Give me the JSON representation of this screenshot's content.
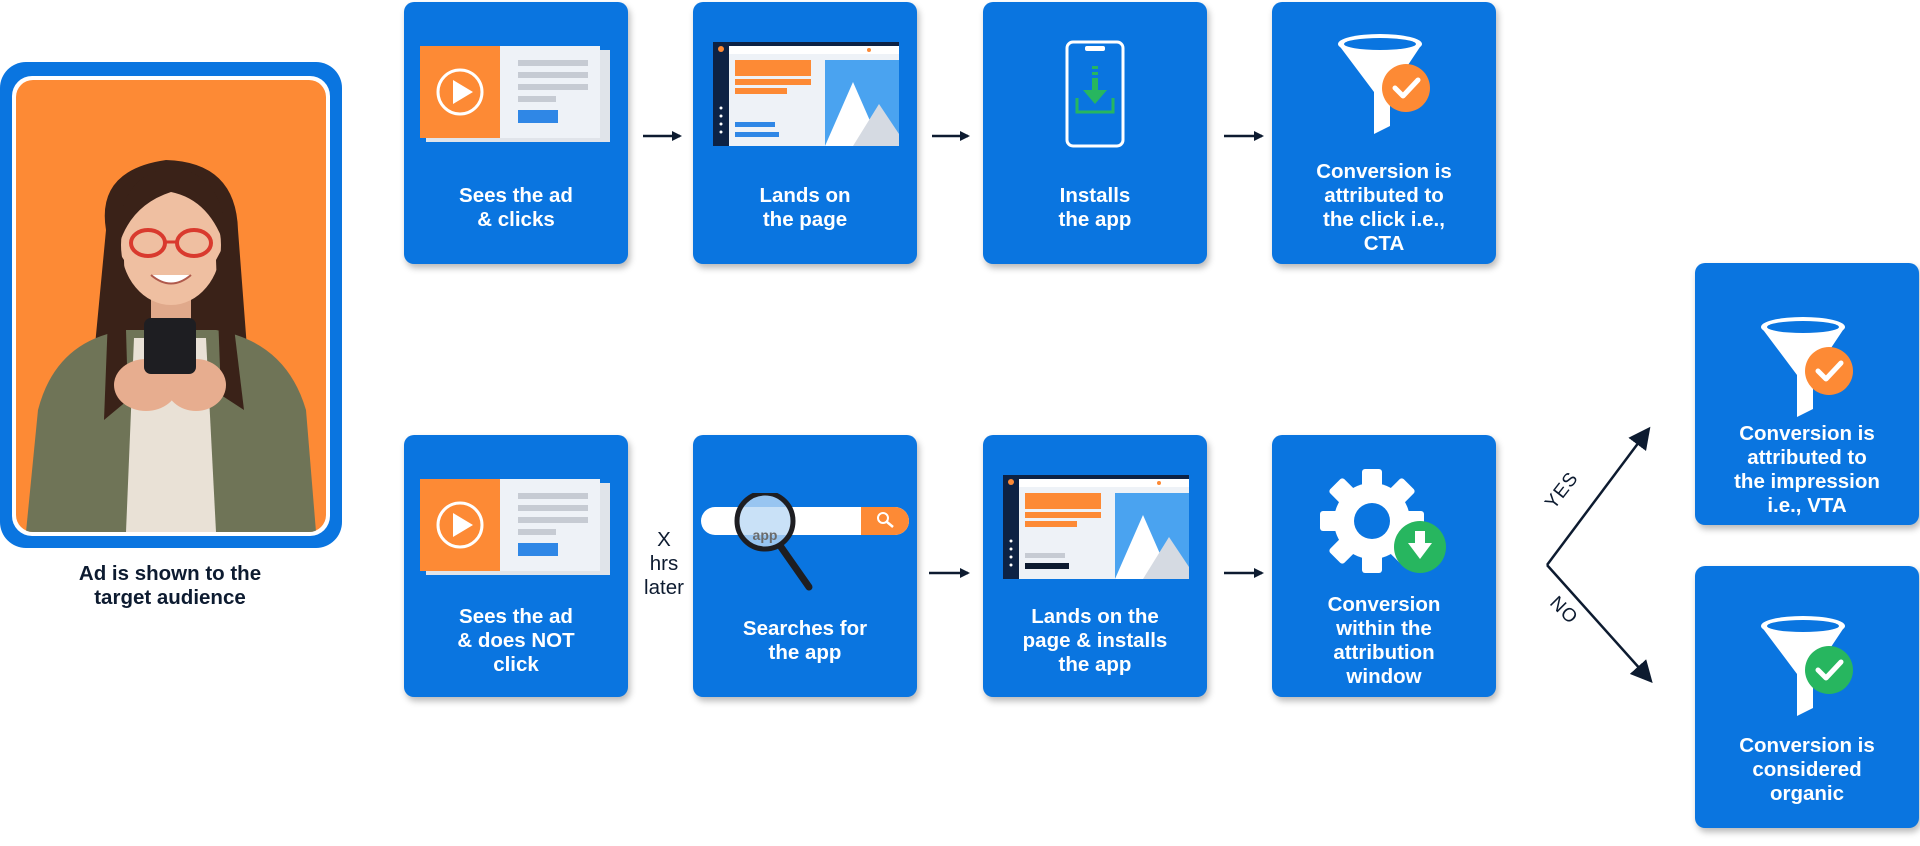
{
  "person_panel": {
    "caption": "Ad is shown to the\ntarget audience"
  },
  "top_row": {
    "cards": [
      {
        "label": "Sees the ad\n& clicks",
        "icon": "video-ad-icon"
      },
      {
        "label": "Lands on\nthe page",
        "icon": "landing-page-icon"
      },
      {
        "label": "Installs\nthe app",
        "icon": "phone-download-icon"
      },
      {
        "label": "Conversion is\nattributed to\nthe click i.e.,\nCTA",
        "icon": "funnel-check-icon"
      }
    ]
  },
  "bottom_row": {
    "cards": [
      {
        "label": "Sees the ad\n& does NOT\nclick",
        "icon": "video-ad-icon"
      },
      {
        "label": "Searches for\nthe app",
        "icon": "search-bar-icon",
        "search_text": "app"
      },
      {
        "label": "Lands on the\npage & installs\nthe app",
        "icon": "landing-page-icon"
      },
      {
        "label": "Conversion\nwithin the\nattribution\nwindow",
        "icon": "gear-download-icon"
      }
    ],
    "delay_label": "X\nhrs\nlater"
  },
  "branches": {
    "yes_label": "YES",
    "no_label": "NO",
    "yes_result": {
      "label": "Conversion is\nattributed to\nthe impression\ni.e., VTA",
      "icon": "funnel-check-icon"
    },
    "no_result": {
      "label": "Conversion is\nconsidered\norganic",
      "icon": "funnel-check-icon"
    }
  },
  "colors": {
    "card_blue": "#0a75e0",
    "orange": "#fd8a35",
    "green": "#27b65f",
    "dark_navy": "#0d1b30"
  }
}
